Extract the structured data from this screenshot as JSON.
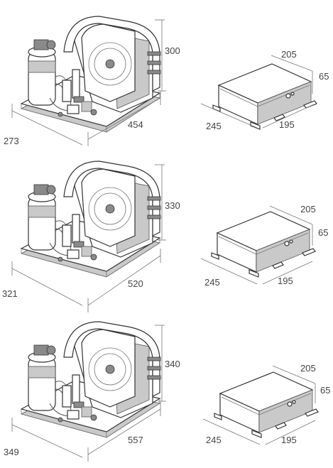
{
  "rows": [
    {
      "unit": {
        "height": "300",
        "length": "454",
        "width": "273"
      },
      "box": {
        "depth": "205",
        "height": "65",
        "length": "195",
        "width": "245"
      }
    },
    {
      "unit": {
        "height": "330",
        "length": "520",
        "width": "321"
      },
      "box": {
        "depth": "205",
        "height": "65",
        "length": "195",
        "width": "245"
      }
    },
    {
      "unit": {
        "height": "340",
        "length": "557",
        "width": "349"
      },
      "box": {
        "depth": "205",
        "height": "65",
        "length": "195",
        "width": "245"
      }
    }
  ]
}
